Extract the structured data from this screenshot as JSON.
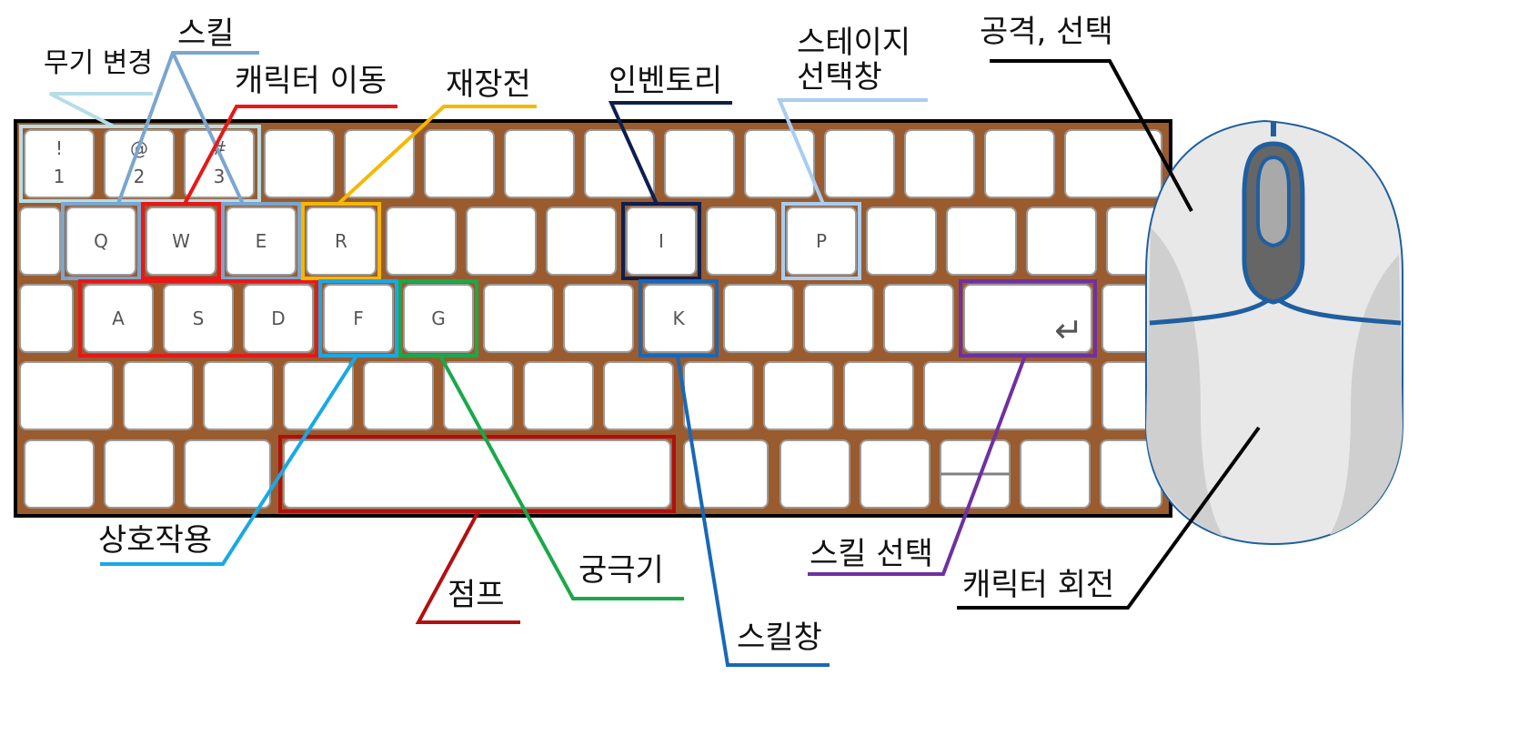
{
  "keys": {
    "num1": {
      "top": "!",
      "bottom": "1"
    },
    "num2": {
      "top": "@",
      "bottom": "2"
    },
    "num3": {
      "top": "#",
      "bottom": "3"
    },
    "q": "Q",
    "w": "W",
    "e": "E",
    "r": "R",
    "i": "I",
    "p": "P",
    "a": "A",
    "s": "S",
    "d": "D",
    "f": "F",
    "g": "G",
    "k": "K",
    "enter": "↵"
  },
  "labels": {
    "weapon_change": "무기 변경",
    "skill": "스킬",
    "character_move": "캐릭터 이동",
    "reload": "재장전",
    "inventory": "인벤토리",
    "stage_select_line1": "스테이지",
    "stage_select_line2": "선택창",
    "attack_select": "공격, 선택",
    "interact": "상호작용",
    "jump": "점프",
    "ultimate": "궁극기",
    "skill_window": "스킬창",
    "skill_select": "스킬 선택",
    "character_rotate": "캐릭터 회전"
  },
  "colors": {
    "keyboard_body": "#9a5b2e",
    "weapon_change": "#b6dde6",
    "skill": "#7aa6cf",
    "character_move": "#e81818",
    "reload": "#f5b800",
    "inventory": "#0d1f4f",
    "stage_select": "#a9cdf0",
    "interact": "#19a8e6",
    "jump": "#b30f0f",
    "ultimate": "#1aa84a",
    "skill_window": "#1868b8",
    "skill_select": "#7030a0",
    "mouse_outline": "#1f5fa0",
    "mouse_dark": "#000000"
  }
}
